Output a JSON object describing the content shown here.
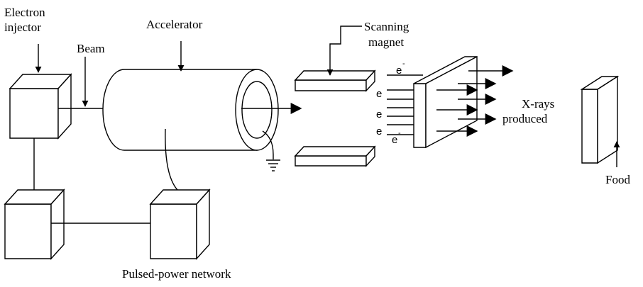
{
  "labels": {
    "electron_injector_line1": "Electron",
    "electron_injector_line2": "injector",
    "beam": "Beam",
    "accelerator": "Accelerator",
    "scanning_line1": "Scanning",
    "scanning_line2": "magnet",
    "xrays_line1": "X-rays",
    "xrays_line2": "produced",
    "food": "Food",
    "pulsed_power": "Pulsed-power network"
  },
  "electrons": {
    "e1": "e",
    "e2": "e",
    "e3": "e",
    "e4": "e",
    "e5": "e",
    "minus": "-"
  }
}
